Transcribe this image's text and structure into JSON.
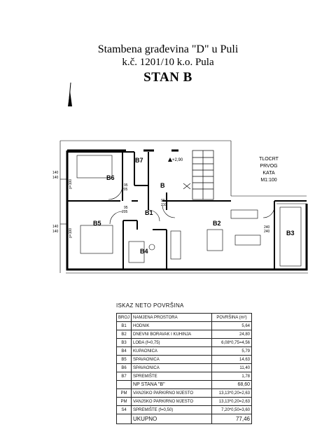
{
  "header": {
    "line1": "Stambena građevina \"D\" u Puli",
    "line2": "k.č. 1201/10 k.o. Pula",
    "line3": "STAN B"
  },
  "plan": {
    "rooms": {
      "b1": "B1",
      "b2": "B2",
      "b3": "B3",
      "b4": "B4",
      "b5": "B5",
      "b6": "B6",
      "b7": "B7",
      "b": "B"
    },
    "level": "+2,90",
    "legend": [
      "TLOCRT",
      "PRVOG",
      "KATA",
      "M1:100"
    ],
    "dims": {
      "left_top_a": "140",
      "left_top_b": "140",
      "left_bot_a": "140",
      "left_bot_b": "140",
      "p100_top": "p=100",
      "p100_bot": "p=100",
      "d95_top": "95",
      "d205_top": "205",
      "d95_bot": "95",
      "d205_bot": "205",
      "d90": "90",
      "d210": "210",
      "d240_a": "240",
      "d240_b": "240"
    }
  },
  "table": {
    "caption": "ISKAZ NETO POVRŠINA",
    "header": {
      "code": "BROJ",
      "name": "NAMJENA PROSTORA",
      "area": "POVRŠINA (m²)"
    },
    "rows": [
      {
        "code": "B1",
        "name": "HODNIK",
        "area": "5,64"
      },
      {
        "code": "B2",
        "name": "DNEVNI BORAVAK I KUHINJA",
        "area": "24,80"
      },
      {
        "code": "B3",
        "name": "LOĐA (f=0,75)",
        "area": "6,08*0,75=4,56"
      },
      {
        "code": "B4",
        "name": "KUPAONICA",
        "area": "5,79"
      },
      {
        "code": "B5",
        "name": "SPAVAONICA",
        "area": "14,63"
      },
      {
        "code": "B6",
        "name": "SPAVAONICA",
        "area": "11,40"
      },
      {
        "code": "B7",
        "name": "SPREMIŠTE",
        "area": "1,78"
      }
    ],
    "subtotal": {
      "name": "NP STANA \"B\"",
      "area": "68,60"
    },
    "extra_rows": [
      {
        "code": "PM",
        "name": "VANJSKO PARKIRNO MJESTO",
        "area": "13,13*0,20=2,63"
      },
      {
        "code": "PM",
        "name": "VANJSKO PARKIRNO MJESTO",
        "area": "13,13*0,20=2,63"
      },
      {
        "code": "S4",
        "name": "SPREMIŠTE (f=0,50)",
        "area": "7,20*0,50=3,60"
      }
    ],
    "total": {
      "name": "UKUPNO",
      "area": "77,46"
    }
  }
}
